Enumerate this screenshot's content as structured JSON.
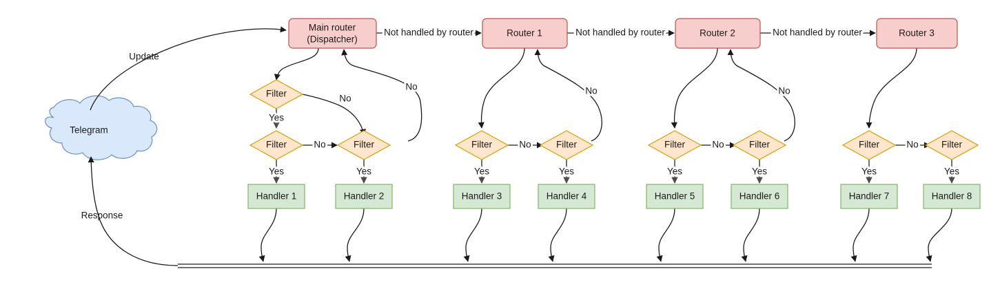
{
  "diagram": {
    "title": "Telegram bot update routing flow",
    "colors": {
      "router_fill": "#f8cecc",
      "router_stroke": "#b85450",
      "filter_fill": "#ffe6cc",
      "filter_stroke": "#d79b00",
      "handler_fill": "#d5e8d4",
      "handler_stroke": "#82b366",
      "cloud_fill": "#dae8fc",
      "cloud_stroke": "#6c8ebf",
      "edge": "#1a1a1a",
      "background": "#ffffff"
    },
    "source": {
      "label": "Telegram",
      "type": "cloud"
    },
    "routers": [
      {
        "id": "main-router",
        "label_line1": "Main router",
        "label_line2": "(Dispatcher)"
      },
      {
        "id": "router-1",
        "label_line1": "Router 1",
        "label_line2": ""
      },
      {
        "id": "router-2",
        "label_line1": "Router 2",
        "label_line2": ""
      },
      {
        "id": "router-3",
        "label_line1": "Router 3",
        "label_line2": ""
      }
    ],
    "filters": [
      {
        "id": "filter-a",
        "label": "Filter"
      },
      {
        "id": "filter-b",
        "label": "Filter"
      },
      {
        "id": "filter-c",
        "label": "Filter"
      },
      {
        "id": "filter-d",
        "label": "Filter"
      },
      {
        "id": "filter-e",
        "label": "Filter"
      },
      {
        "id": "filter-f",
        "label": "Filter"
      },
      {
        "id": "filter-g",
        "label": "Filter"
      },
      {
        "id": "filter-h",
        "label": "Filter"
      },
      {
        "id": "filter-i",
        "label": "Filter"
      }
    ],
    "handlers": [
      {
        "id": "handler-1",
        "label": "Handler 1"
      },
      {
        "id": "handler-2",
        "label": "Handler 2"
      },
      {
        "id": "handler-3",
        "label": "Handler 3"
      },
      {
        "id": "handler-4",
        "label": "Handler 4"
      },
      {
        "id": "handler-5",
        "label": "Handler 5"
      },
      {
        "id": "handler-6",
        "label": "Handler 6"
      },
      {
        "id": "handler-7",
        "label": "Handler 7"
      },
      {
        "id": "handler-8",
        "label": "Handler 8"
      }
    ],
    "edge_labels": {
      "update": "Update",
      "response": "Response",
      "not_handled_1": "Not handled by router",
      "not_handled_2": "Not handled by router",
      "not_handled_3": "Not handled by router",
      "yes": "Yes",
      "no": "No",
      "yes_1": "Yes",
      "yes_2": "Yes",
      "yes_3": "Yes",
      "yes_4": "Yes",
      "yes_5": "Yes",
      "yes_6": "Yes",
      "yes_7": "Yes",
      "yes_8": "Yes",
      "yes_top": "Yes",
      "no_a": "No",
      "no_b": "No",
      "no_c": "No",
      "no_d": "No",
      "no_e": "No",
      "no_f": "No",
      "no_g": "No",
      "no_h": "No",
      "no_i": "No"
    }
  }
}
